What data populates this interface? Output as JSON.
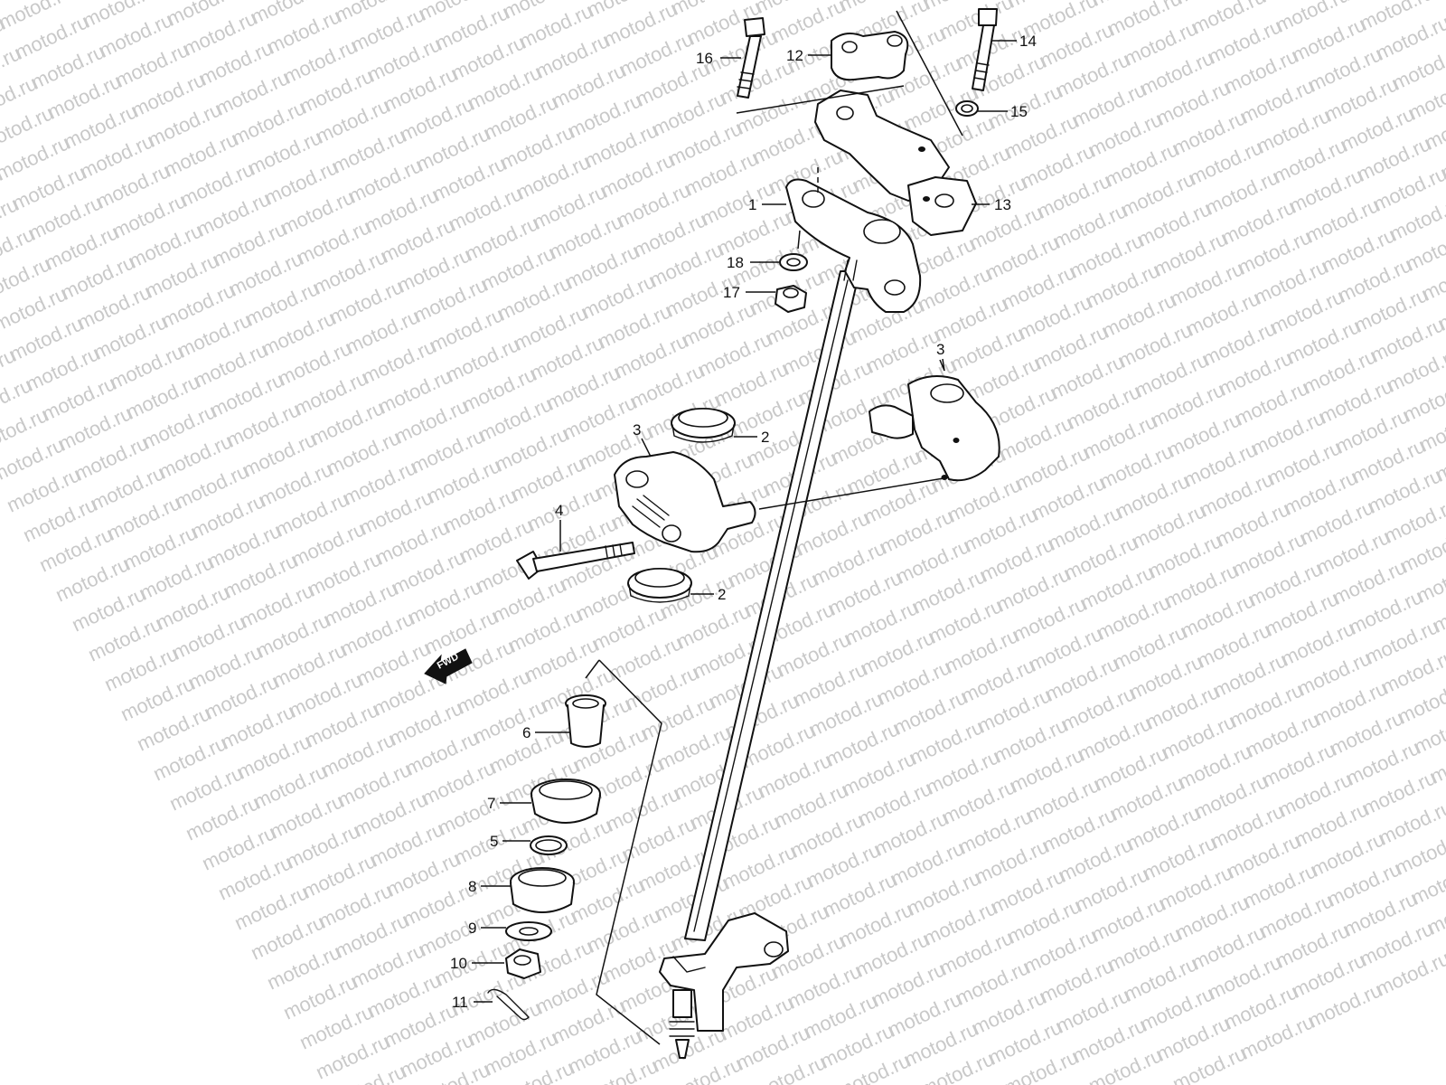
{
  "watermark": {
    "text": "motod.ru",
    "color": "#c9c9c9"
  },
  "direction_marker": {
    "label": "FWD",
    "icon": "fwd-arrow-icon"
  },
  "callouts": [
    {
      "id": "1",
      "label": "1"
    },
    {
      "id": "2a",
      "label": "2"
    },
    {
      "id": "2b",
      "label": "2"
    },
    {
      "id": "3a",
      "label": "3"
    },
    {
      "id": "3b",
      "label": "3"
    },
    {
      "id": "4",
      "label": "4"
    },
    {
      "id": "5",
      "label": "5"
    },
    {
      "id": "6",
      "label": "6"
    },
    {
      "id": "7",
      "label": "7"
    },
    {
      "id": "8",
      "label": "8"
    },
    {
      "id": "9",
      "label": "9"
    },
    {
      "id": "10",
      "label": "10"
    },
    {
      "id": "11",
      "label": "11"
    },
    {
      "id": "12",
      "label": "12"
    },
    {
      "id": "13",
      "label": "13"
    },
    {
      "id": "14",
      "label": "14"
    },
    {
      "id": "15",
      "label": "15"
    },
    {
      "id": "16",
      "label": "16"
    },
    {
      "id": "17",
      "label": "17"
    },
    {
      "id": "18",
      "label": "18"
    }
  ]
}
